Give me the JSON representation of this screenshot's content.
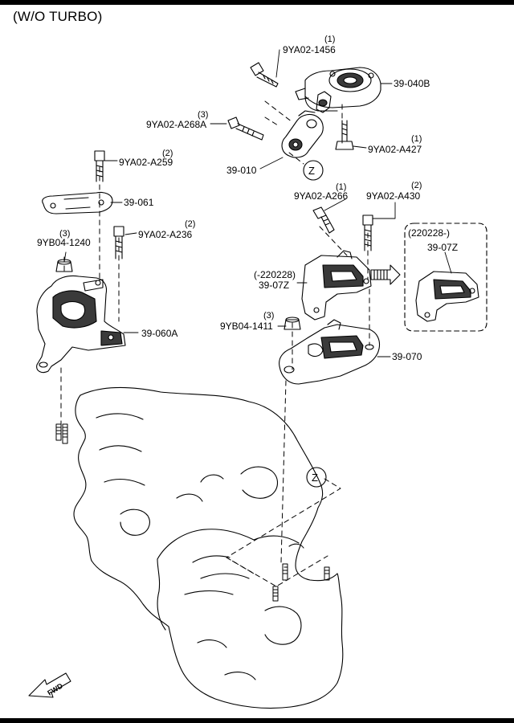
{
  "title": "(W/O TURBO)",
  "colors": {
    "line": "#000000",
    "background": "#ffffff",
    "part_fill": "#ffffff",
    "shade": "#3a3a3a"
  },
  "callouts": {
    "c01": {
      "part": "9YA02-1456",
      "qty": "(1)"
    },
    "c02": {
      "part": "39-040B"
    },
    "c03": {
      "part": "9YA02-A268A",
      "qty": "(3)"
    },
    "c04": {
      "part": "9YA02-A427",
      "qty": "(1)"
    },
    "c05": {
      "part": "39-010"
    },
    "c06": {
      "part": "9YA02-A259",
      "qty": "(2)"
    },
    "c07": {
      "part": "39-061"
    },
    "c08": {
      "part": "9YA02-A266",
      "qty": "(1)"
    },
    "c09": {
      "part": "9YA02-A430",
      "qty": "(2)"
    },
    "c10": {
      "part": "9YB04-1240",
      "qty": "(3)"
    },
    "c11": {
      "part": "9YA02-A236",
      "qty": "(2)"
    },
    "c12": {
      "part": "39-07Z",
      "date": "(-220228)"
    },
    "c13": {
      "part": "39-07Z",
      "date": "(220228-)"
    },
    "c14": {
      "part": "39-060A"
    },
    "c15": {
      "part": "9YB04-1411",
      "qty": "(3)"
    },
    "c16": {
      "part": "39-070"
    }
  },
  "reference_marks": {
    "z": "Z"
  },
  "fwd": "FWD",
  "icons": [
    "fwd-arrow-icon",
    "replacement-arrow-icon"
  ]
}
